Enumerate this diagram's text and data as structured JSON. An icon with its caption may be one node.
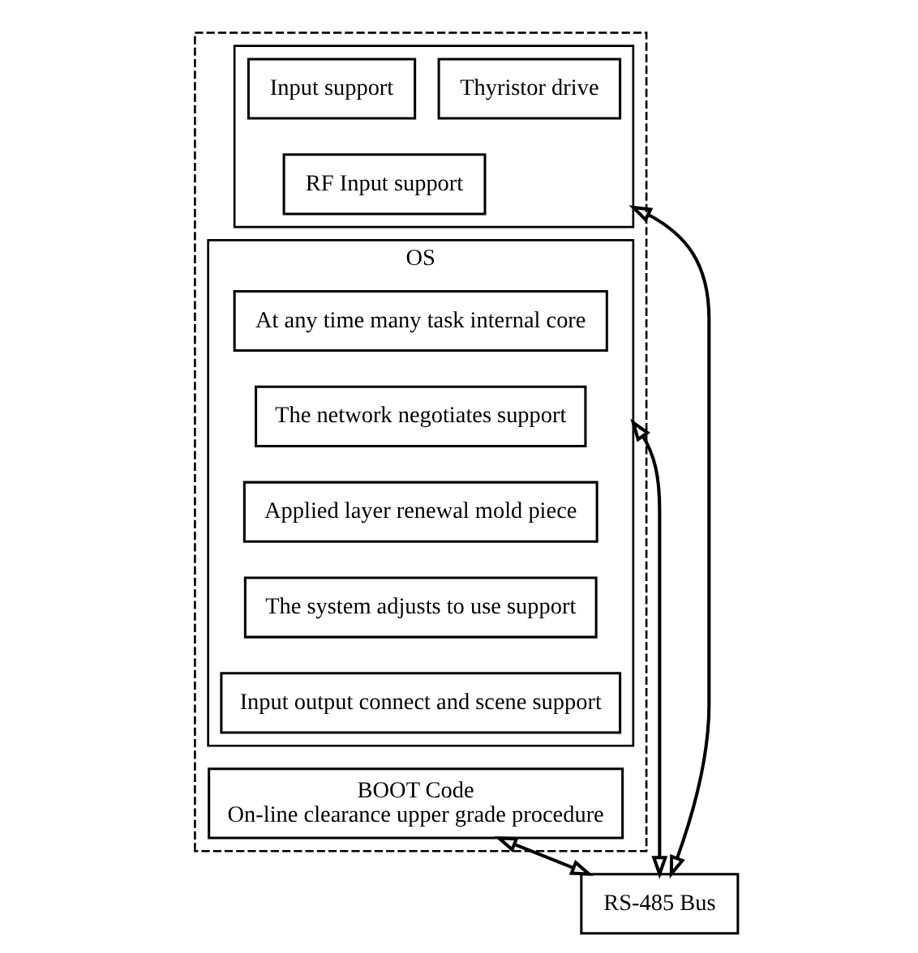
{
  "diagram": {
    "nodes": [
      {
        "text": [],
        "shape": "box"
      },
      {
        "text": [],
        "shape": "box",
        "in": 0
      },
      {
        "text": [
          "Input support"
        ],
        "in": 1
      },
      {
        "text": [
          "Thyristor drive"
        ],
        "in": 1
      },
      {
        "text": [
          "RF Input support"
        ],
        "in": 1
      },
      {
        "text": [
          "OS"
        ],
        "in": 0
      },
      {
        "text": [
          "At any time many task internal core"
        ],
        "in": 5
      },
      {
        "text": [
          "The network negotiates support"
        ],
        "in": 5
      },
      {
        "text": [
          "Applied layer renewal mold piece"
        ],
        "in": 5
      },
      {
        "text": [
          "The system adjusts to use support"
        ],
        "in": 5
      },
      {
        "text": [
          "Input output connect and scene support"
        ],
        "in": 5
      },
      {
        "text": [
          "BOOT Code",
          "On-line clearance upper grade procedure"
        ],
        "in": 0
      },
      {
        "text": [
          "RS-485 Bus"
        ]
      }
    ],
    "edges": [
      {
        "from": 1,
        "to": 12,
        "arrow": "both"
      },
      {
        "from": 5,
        "to": 12,
        "arrow": "both"
      },
      {
        "from": 11,
        "to": 12,
        "arrow": "both"
      }
    ]
  }
}
